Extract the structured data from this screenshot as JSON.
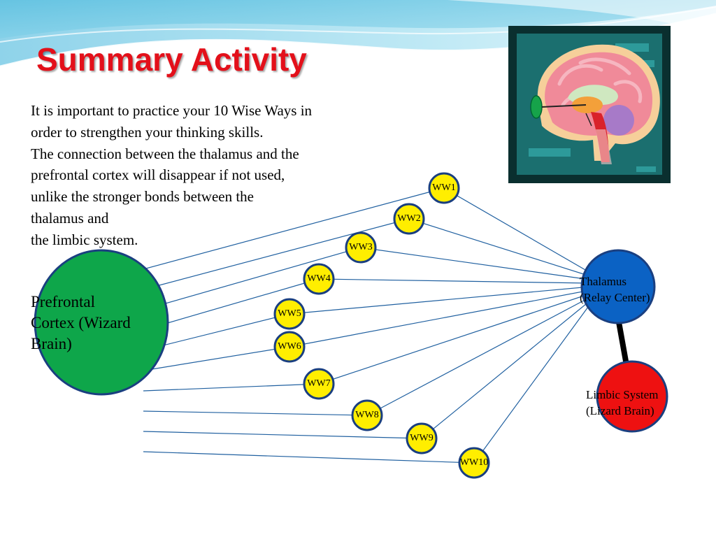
{
  "slide": {
    "title": "Summary Activity",
    "body_lines": [
      "It is important to practice your 10 Wise Ways in",
      "order to strengthen your thinking skills.",
      "The connection between the thalamus and the",
      "prefrontal cortex will disappear if not used,",
      "unlike the stronger bonds between the",
      "thalamus and",
      "the limbic system."
    ]
  },
  "diagram": {
    "prefrontal_label_lines": [
      "Prefrontal",
      "Cortex (Wizard",
      "Brain)"
    ],
    "thalamus_label_lines": [
      "Thalamus",
      "(Relay Center)"
    ],
    "limbic_label_lines": [
      "Limbic System",
      "(Lizard Brain)"
    ],
    "wise_ways": [
      "WW1",
      "WW2",
      "WW3",
      "WW4",
      "WW5",
      "WW6",
      "WW7",
      "WW8",
      "WW9",
      "WW10"
    ]
  },
  "colors": {
    "title": "#e3101a",
    "prefrontal_fill": "#0ea64a",
    "thalamus_fill": "#0b62c4",
    "limbic_fill": "#ee1111",
    "wise_way_fill": "#ffee00",
    "node_stroke": "#1a3f80",
    "connector": "#2060a0",
    "thick_link": "#000000"
  },
  "icons": {
    "header": "wave-band",
    "illustration": "brain-cross-section-icon"
  }
}
